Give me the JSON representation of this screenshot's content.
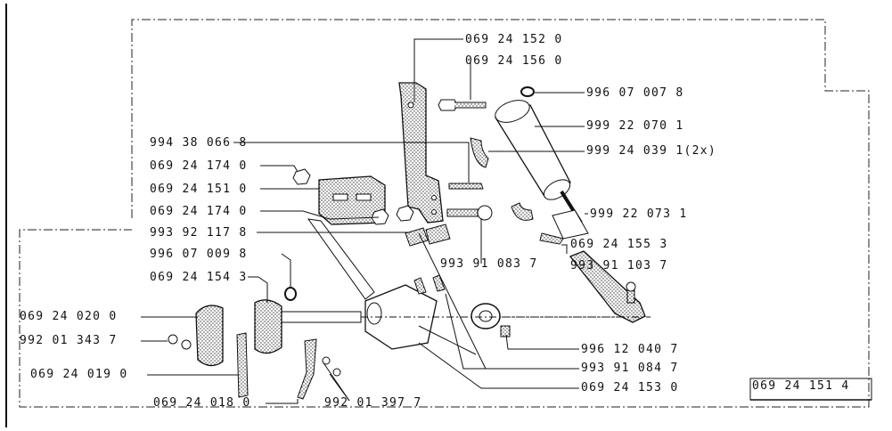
{
  "labels": {
    "p0691520": "069 24 152 0",
    "p0691560": "069 24 156 0",
    "p9960700": "996 07 007 8",
    "p9992207": "999 22 070 1",
    "p9992403": "999 24 039 1(2x)",
    "p9943806": "994 38 066 8",
    "p0692417a": "069 24 174 0",
    "p0692415": "069 24 151 0",
    "p0692417b": "069 24 174 0",
    "p9999220": "999 22 073 1",
    "p9939211": "993 92 117 8",
    "p9960709": "996 07 009 8",
    "p9939108": "993 91 083 7",
    "p0692415b": "069 24 155 3",
    "p9939110": "993 91 103 7",
    "p0692454": "069 24 154 3",
    "p0692402": "069 24 020 0",
    "p9920134": "992 01 343 7",
    "p0692401": "069 24 019 0",
    "p9961204": "996 12 040 7",
    "p9939184": "993 91 084 7",
    "p0692453": "069 24 153 0",
    "p0692418": "069 24 018 0",
    "p9920139": "992 01 397 7",
    "assembly": "069 24 151 4"
  }
}
